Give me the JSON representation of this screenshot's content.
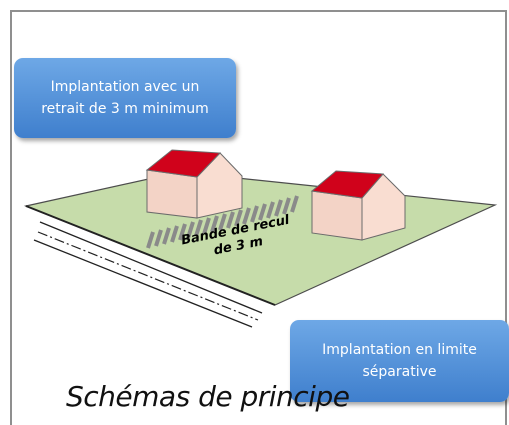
{
  "callouts": {
    "retrait": {
      "line1": "Implantation avec un",
      "line2": "retrait de 3 m minimum"
    },
    "limite": {
      "line1": "Implantation en limite",
      "line2": "séparative"
    }
  },
  "band_label": {
    "line1": "Bande de recul",
    "line2": "de 3 m"
  },
  "caption": "Schémas de principe",
  "colors": {
    "lawn": "#c6dcaa",
    "roof": "#d0021b",
    "wall": "#f7d7cb",
    "callout": "#4f8fdc"
  }
}
